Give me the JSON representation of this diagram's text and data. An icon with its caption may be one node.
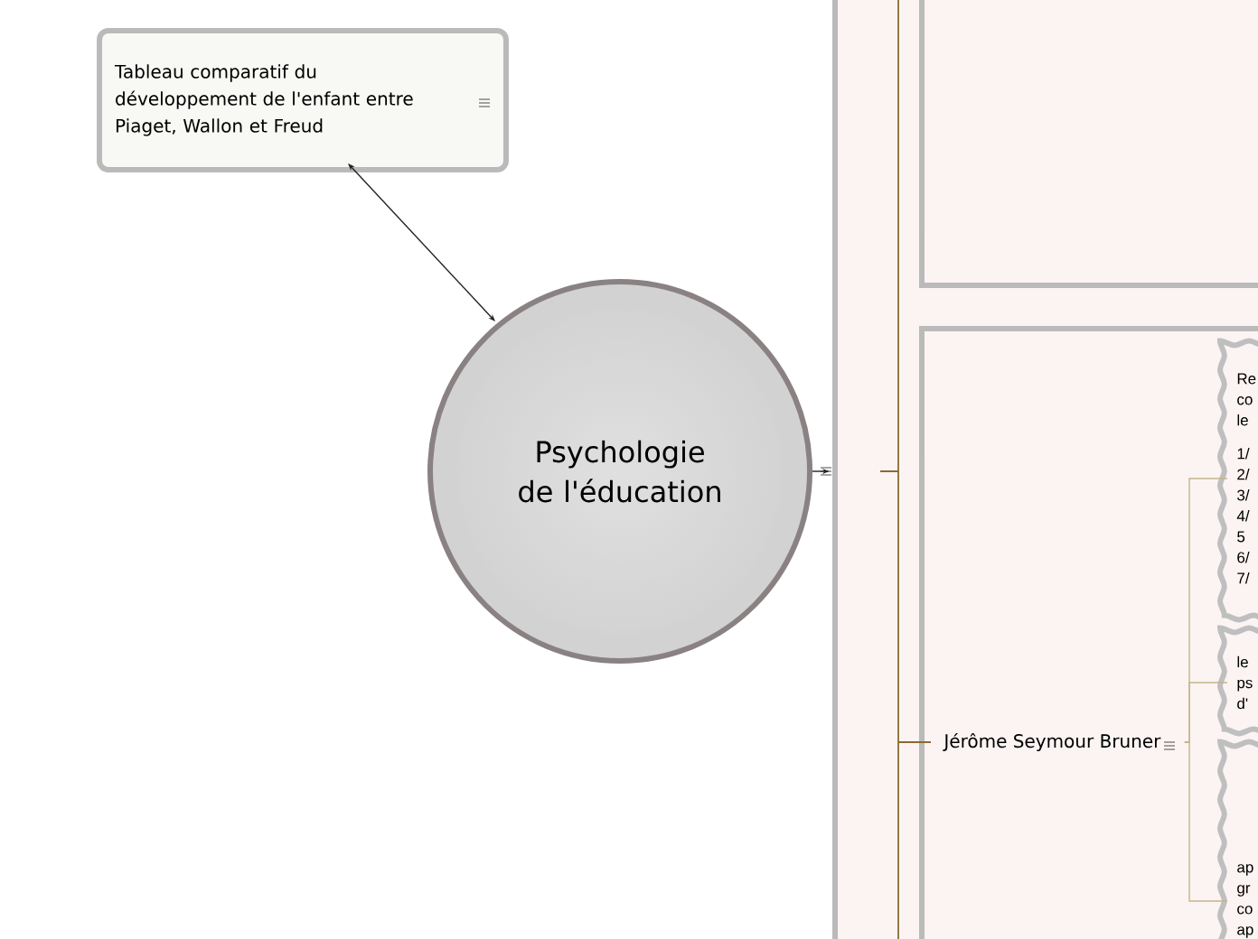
{
  "diagram": {
    "nodes": [
      {
        "text": [
          "Psychologie de l'éducation"
        ]
      },
      {
        "text": [
          "Tableau comparatif du développement de l'enfant entre Piaget, Wallon et Freud"
        ]
      },
      {
        "text": [],
        "shape": "box"
      },
      {
        "text": [],
        "shape": "box",
        "in": 2
      },
      {
        "text": [],
        "shape": "box",
        "in": 2
      },
      {
        "text": [
          "Jérôme Seymour Bruner"
        ],
        "in": 4
      },
      {
        "text": [
          "Re co le",
          "1/ 2/ 3/ 4/ 5 6/ 7/"
        ],
        "in": 4
      },
      {
        "text": [
          "le ps d'"
        ],
        "in": 4
      },
      {
        "text": [
          "ap gr co ap"
        ],
        "in": 4
      }
    ],
    "edges": [
      {
        "from": 1,
        "to": 0,
        "arrow": "both",
        "color": "#222222"
      },
      {
        "from": 0,
        "to": 2,
        "arrow": "to",
        "color": "#222222"
      },
      {
        "from": 5,
        "to": 6,
        "arrow": "none"
      },
      {
        "from": 5,
        "to": 7,
        "arrow": "none"
      },
      {
        "from": 5,
        "to": 8,
        "arrow": "none"
      }
    ]
  }
}
